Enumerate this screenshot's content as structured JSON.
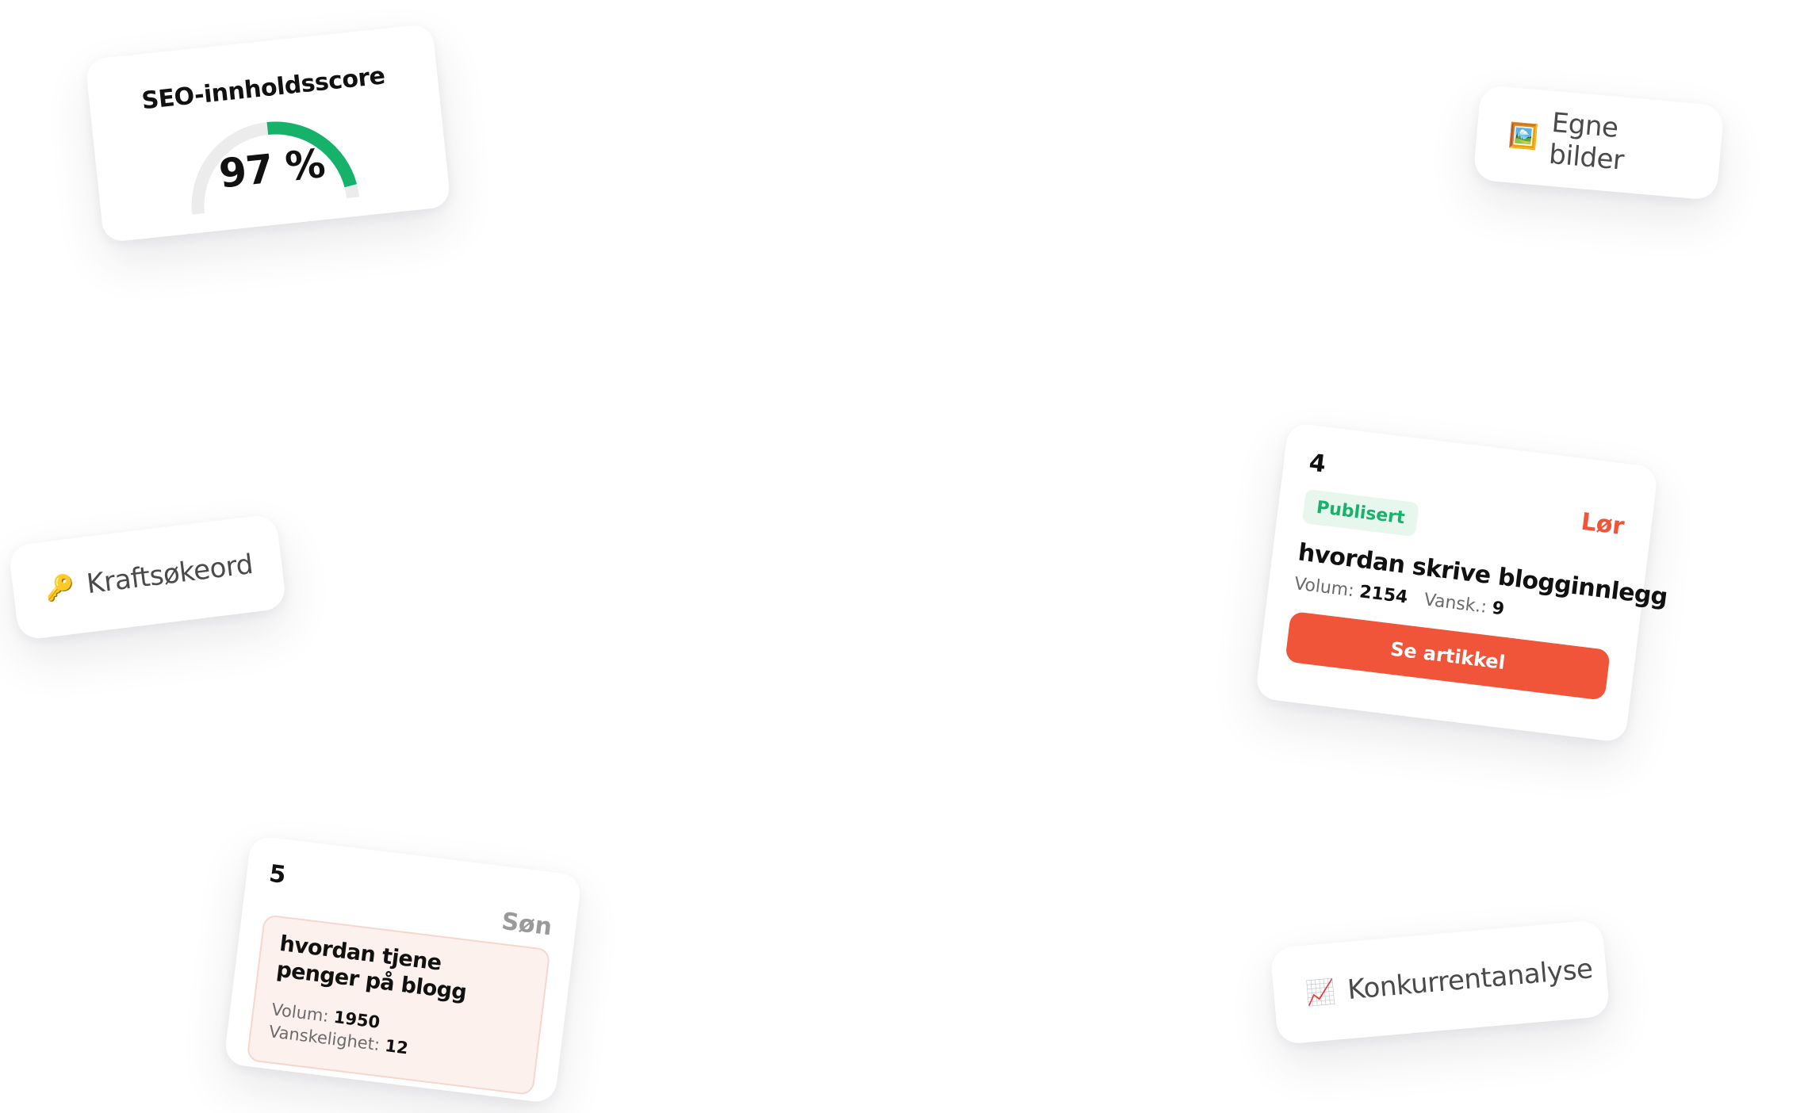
{
  "seo_card": {
    "title": "SEO-innholdsscore",
    "value_label": "97 %",
    "value": 97
  },
  "pills": {
    "images": {
      "icon": "🖼️",
      "label": "Egne bilder"
    },
    "keywords": {
      "icon": "🔑",
      "label": "Kraftsøkeord"
    },
    "competitor": {
      "icon": "📈",
      "label": "Konkurrentanalyse"
    }
  },
  "article_card": {
    "number": "4",
    "day": "Lør",
    "status": "Publisert",
    "title": "hvordan skrive blogginnlegg",
    "volume_label": "Volum:",
    "volume": "2154",
    "difficulty_label": "Vansk.:",
    "difficulty": "9",
    "button_label": "Se artikkel"
  },
  "scheduled_card": {
    "number": "5",
    "day": "Søn",
    "title": "hvordan tjene penger på blogg",
    "volume_label": "Volum:",
    "volume": "1950",
    "difficulty_label": "Vanskelighet:",
    "difficulty": "12"
  },
  "colors": {
    "accent": "#f0553a",
    "success": "#17b26a",
    "gauge_track": "#ececec"
  }
}
